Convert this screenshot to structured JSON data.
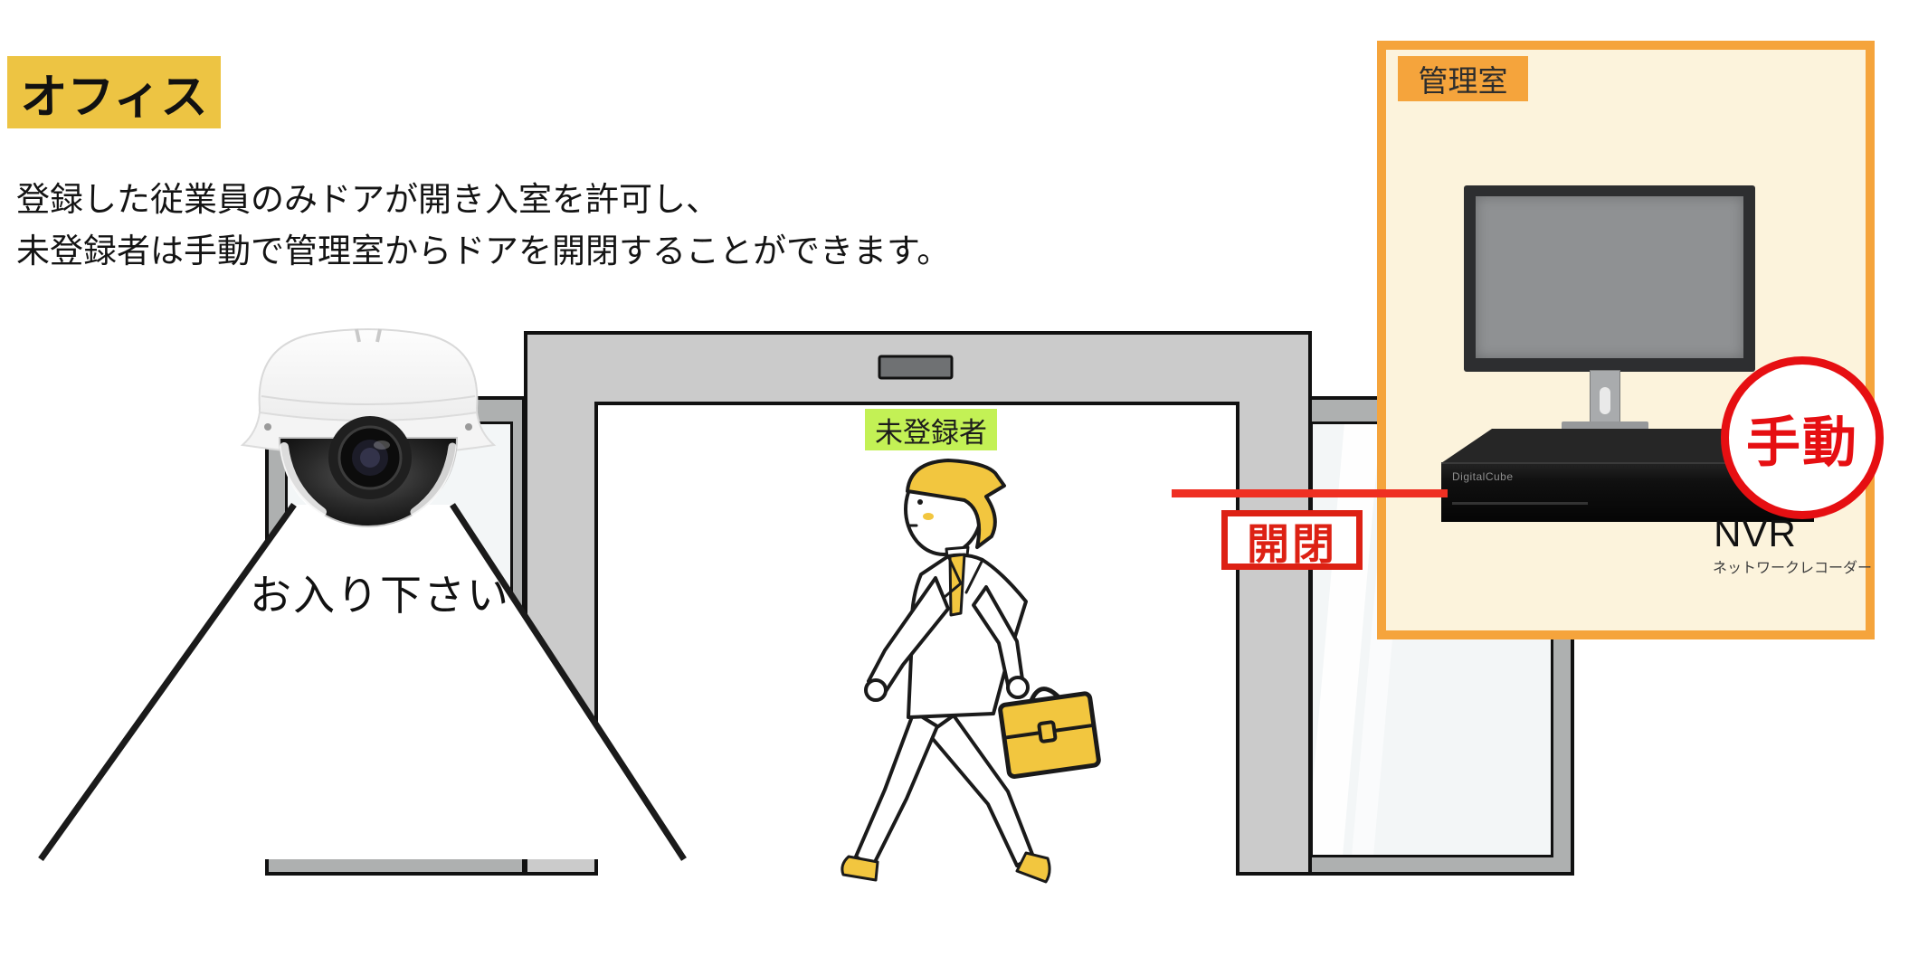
{
  "scene": {
    "area_label": "オフィス",
    "description_line1": "登録した従業員のみドアが開き入室を許可し、",
    "description_line2": "未登録者は手動で管理室からドアを開閉することができます。",
    "camera_caption": "お入り下さい",
    "visitor_badge": "未登録者"
  },
  "control_room": {
    "title": "管理室",
    "manual_badge": "手動",
    "door_action": "開閉",
    "nvr": {
      "brand": "DigitalCube",
      "label": "NVR",
      "sublabel": "ネットワークレコーダー"
    }
  },
  "icons": {
    "camera": "dome-security-camera-icon",
    "monitor": "monitor-icon",
    "nvr": "recorder-box-icon",
    "person": "walking-visitor-icon",
    "door": "automatic-sliding-door-icon"
  },
  "colors": {
    "title_bg": "#EDC443",
    "panel_border": "#F5A43C",
    "panel_bg": "#FCF3DC",
    "visitor_badge_bg": "#C3F155",
    "accent_red": "#E60F12",
    "door_gray": "#CBCBCB",
    "glass_frame_gray": "#AEB0B0",
    "illustration_yellow": "#F2C63F"
  }
}
